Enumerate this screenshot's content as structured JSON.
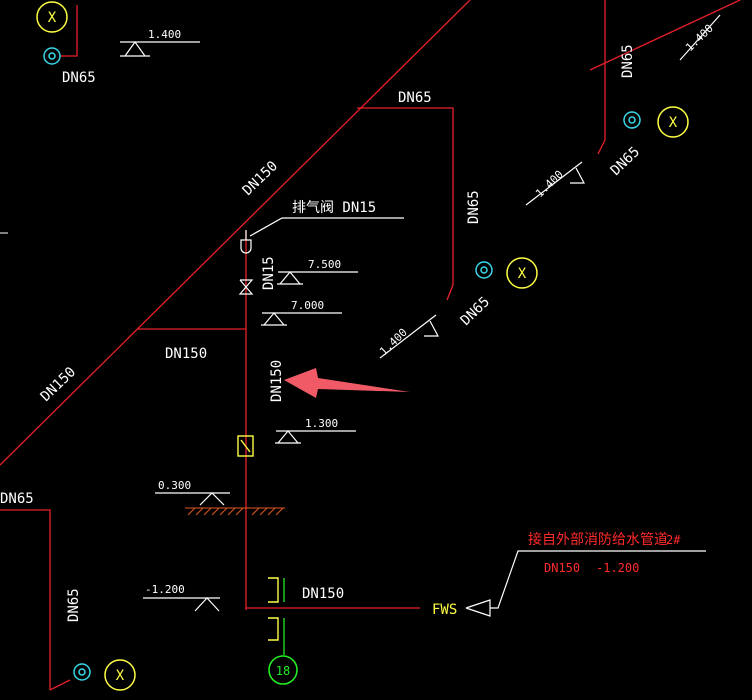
{
  "colors": {
    "background": "#000000",
    "pipe": "#e8202a",
    "text": "#ffffff",
    "callout": "#ff2a2a",
    "fws": "#ffff44",
    "hydrant_symbol": "#38d8e8",
    "hydrant_circle": "#ffff44",
    "riser_tag": "#22ee22",
    "pointer_arrow": "#f05a66",
    "fitting": "#ffff44",
    "ground_hatch": "#e05a20"
  },
  "icons": {
    "hydrant": "fire-hydrant-icon",
    "valve": "gate-valve-icon",
    "air_vent": "air-release-valve-icon",
    "flow_device": "check-valve-icon",
    "coupling": "flexible-joint-icon",
    "pointer": "arrow-pointer-icon"
  },
  "labels": {
    "dn65_top_left": "DN65",
    "elev_1400_top_left": "1.400",
    "dn65_top_center": "DN65",
    "dn150_top": "DN150",
    "dn65_vertical_top": "DN65",
    "dn65_branch_right": "DN65",
    "dn65_vertical_mid": "DN65",
    "dn65_branch_mid": "DN65",
    "air_vent_label": "排气阀  DN15",
    "dn15_vertical": "DN15",
    "elev_7500": "7.500",
    "elev_7000": "7.000",
    "elev_1400_right": "1.400",
    "elev_1400_mid": "1.400",
    "elev_1400_top_right": "1.400",
    "dn150_mid": "DN150",
    "dn150_diag_left": "DN150",
    "dn150_riser": "DN150",
    "elev_1300": "1.300",
    "dn65_left": "DN65",
    "elev_0300": "0.300",
    "dn65_vertical_left": "DN65",
    "elev_neg1200": "-1.200",
    "dn150_bottom": "DN150",
    "fws": "FWS",
    "callout_title": "接自外部消防给水管道",
    "callout_number": "2#",
    "callout_pipe": "DN150",
    "callout_elev": "-1.200",
    "riser_tag": "18",
    "hydrant_tag": "X"
  }
}
